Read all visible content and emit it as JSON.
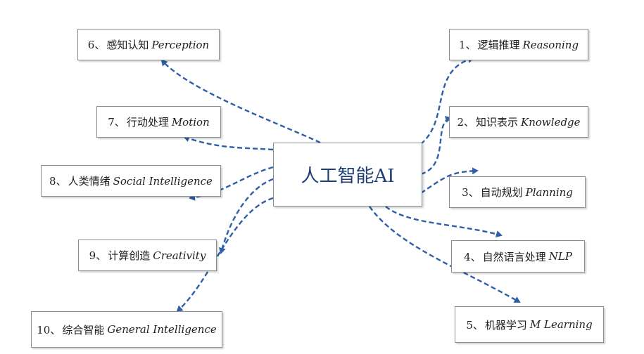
{
  "center": {
    "label": "人工智能AI"
  },
  "nodes": [
    {
      "num": "1、",
      "zh": "逻辑推理",
      "en": "Reasoning"
    },
    {
      "num": "2、",
      "zh": "知识表示",
      "en": "Knowledge"
    },
    {
      "num": "3、",
      "zh": "自动规划",
      "en": "Planning"
    },
    {
      "num": "4、",
      "zh": "自然语言处理",
      "en": "NLP"
    },
    {
      "num": "5、",
      "zh": "机器学习",
      "en": "M Learning"
    },
    {
      "num": "6、",
      "zh": "感知认知",
      "en": "Perception"
    },
    {
      "num": "7、",
      "zh": "行动处理",
      "en": "Motion"
    },
    {
      "num": "8、",
      "zh": "人类情绪",
      "en": "Social Intelligence"
    },
    {
      "num": "9、",
      "zh": "计算创造",
      "en": "Creativity"
    },
    {
      "num": "10、",
      "zh": "综合智能",
      "en": "General Intelligence"
    }
  ],
  "colors": {
    "arrow": "#2f5fa8",
    "center_text": "#1f3f73",
    "border": "#8a8f96"
  }
}
